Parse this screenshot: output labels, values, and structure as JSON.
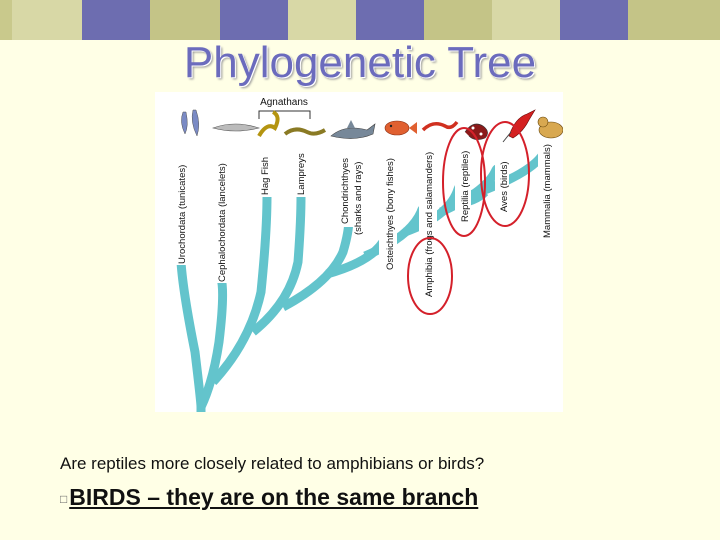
{
  "title": "Phylogenetic Tree",
  "group_label": "Agnathans",
  "taxa": [
    "Urochordata (tunicates)",
    "Cephalochordata (lancelets)",
    "Hag Fish",
    "Lampreys",
    "Chondrichthyes",
    "(sharks and rays)",
    "Osteichthyes (bony fishes)",
    "Amphibia (frogs and salamanders)",
    "Reptilia (reptiles)",
    "Aves (birds)",
    "Mammalia (mammals)"
  ],
  "question": "Are reptiles more closely related to amphibians or birds?",
  "answer_bullet": "□",
  "answer": "BIRDS – they are on the same branch",
  "colors": {
    "branch": "#63c4cc",
    "highlight_ring": "#d4202a",
    "title": "#6b6bbd",
    "background": "#ffffe6"
  },
  "icons": [
    "tunicate-icon",
    "lancelet-icon",
    "hagfish-icon",
    "lamprey-icon",
    "shark-icon",
    "fish-icon",
    "salamander-icon",
    "snake-icon",
    "bird-icon",
    "wildcat-icon"
  ]
}
